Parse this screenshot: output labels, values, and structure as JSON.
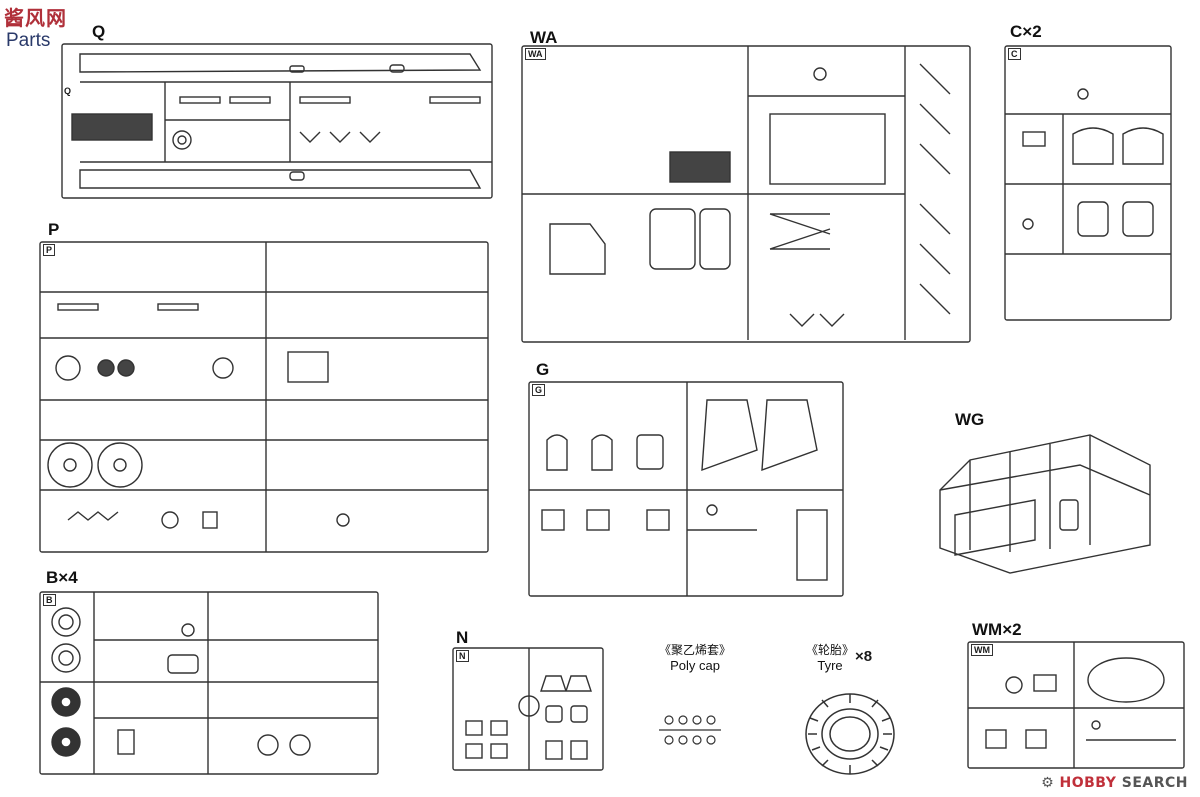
{
  "logo_text": "酱风网",
  "header": {
    "parts_label": "Parts"
  },
  "sprues": [
    {
      "id": "Q",
      "title": "Q",
      "tag": "Q"
    },
    {
      "id": "WA",
      "title": "WA",
      "tag": "WA"
    },
    {
      "id": "C",
      "title": "C×2",
      "tag": "C"
    },
    {
      "id": "P",
      "title": "P",
      "tag": "P"
    },
    {
      "id": "G",
      "title": "G",
      "tag": "G"
    },
    {
      "id": "WG",
      "title": "WG",
      "tag": ""
    },
    {
      "id": "B",
      "title": "B×4",
      "tag": "B"
    },
    {
      "id": "N",
      "title": "N",
      "tag": "N"
    },
    {
      "id": "WM",
      "title": "WM×2",
      "tag": "WM"
    }
  ],
  "poly_cap": {
    "label_cn": "《聚乙烯套》",
    "label_en": "Poly cap"
  },
  "tyre": {
    "label_cn": "《轮胎》",
    "label_en": "Tyre",
    "count": "×8"
  },
  "watermark": {
    "hobby": "HOBBY",
    "search": "SEARCH"
  },
  "colors": {
    "line": "#333333",
    "accent": "#c0303a",
    "parts_text": "#2a3a6a"
  }
}
